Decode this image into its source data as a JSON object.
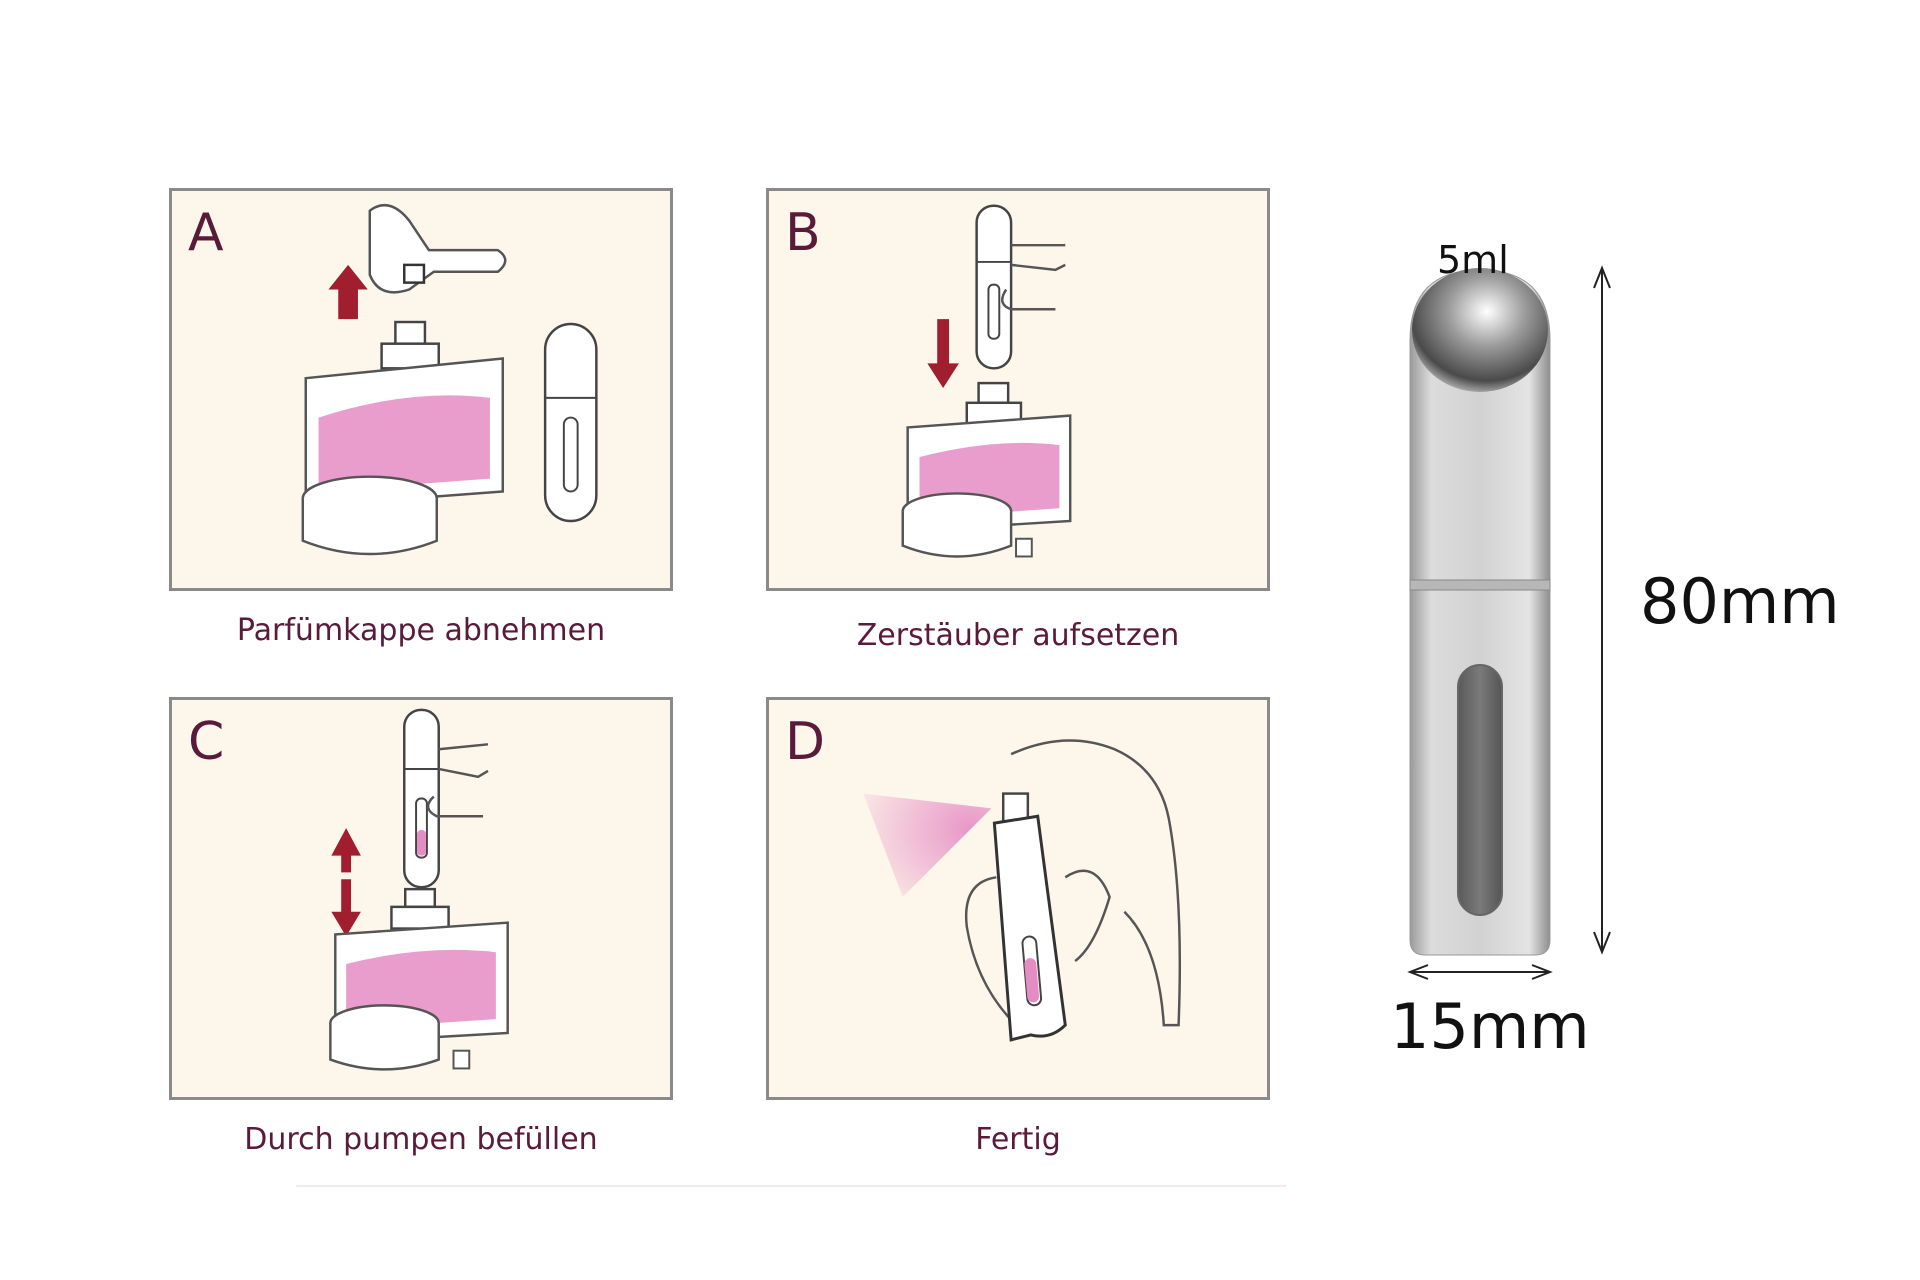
{
  "steps": [
    {
      "letter": "A",
      "caption": "Parfümkappe abnehmen"
    },
    {
      "letter": "B",
      "caption": "Zerstäuber aufsetzen"
    },
    {
      "letter": "C",
      "caption": "Durch pumpen befüllen"
    },
    {
      "letter": "D",
      "caption": "Fertig"
    }
  ],
  "product": {
    "capacity": "5ml",
    "length": "80mm",
    "width": "15mm"
  },
  "colors": {
    "panel_bg": "#fdf6ea",
    "panel_border": "#8a8a8a",
    "caption_text": "#5a1a3a",
    "arrow": "#a01e2e",
    "perfume": "#e58cc4"
  }
}
